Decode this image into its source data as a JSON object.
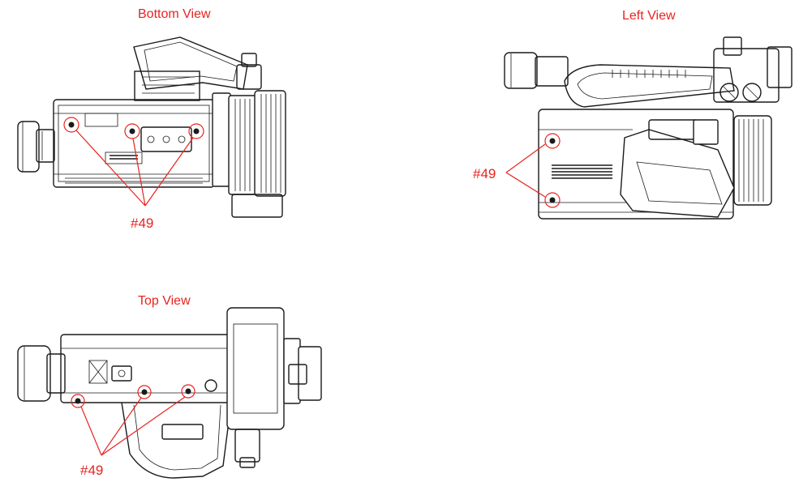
{
  "views": {
    "bottom": {
      "title": "Bottom View",
      "callout": "#49",
      "screw_count": 3
    },
    "left": {
      "title": "Left View",
      "callout": "#49",
      "screw_count": 2
    },
    "top": {
      "title": "Top View",
      "callout": "#49",
      "screw_count": 3
    }
  },
  "colors": {
    "annotation": "#e8231f",
    "line_art": "#1a1a1a",
    "background": "#ffffff"
  }
}
